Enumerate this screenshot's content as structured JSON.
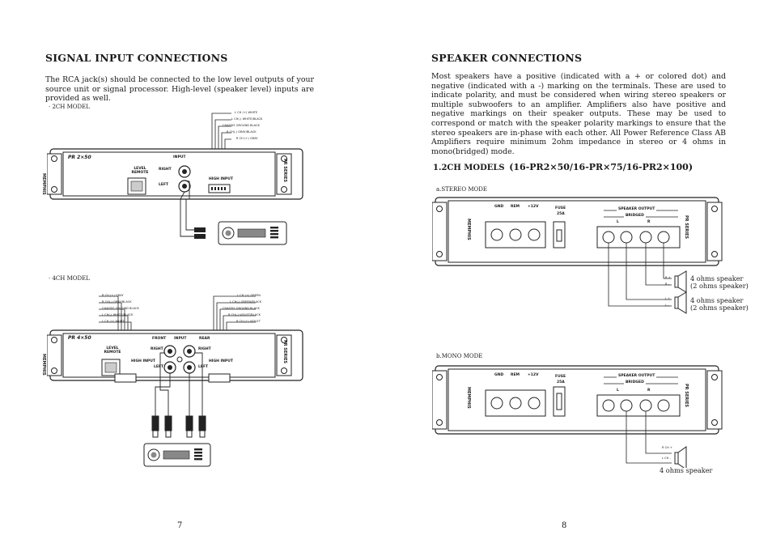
{
  "left_page": {
    "heading": "SIGNAL INPUT CONNECTIONS",
    "intro": "The RCA jack(s) should be connected to the low level outputs of your source unit or signal processor.  High-level (speaker level) inputs are provided as well.",
    "model_2ch": {
      "label": "· 2CH MODEL",
      "amp_name": "PR 2×50",
      "brand": "MEMPHIS",
      "series": "PR SERIES",
      "level_remote": "LEVEL REMOTE",
      "input": "INPUT",
      "right": "RIGHT",
      "left": "LEFT",
      "high_input": "HIGH INPUT",
      "wires": [
        "L CH (+) WHITE",
        "L CH(-) WHITE/BLACK",
        "CHASSIS GROUND BLACK",
        "R CH(-) GRAY/BLACK",
        "R CH (+) GRAY"
      ]
    },
    "model_4ch": {
      "label": "· 4CH MODEL",
      "amp_name": "PR 4×50",
      "brand": "MEMPHIS",
      "series": "PR SERIES",
      "level_remote": "LEVEL REMOTE",
      "front": "FRONT",
      "input": "INPUT",
      "rear": "REAR",
      "right": "RIGHT",
      "left": "LEFT",
      "high_input": "HIGH INPUT",
      "wires_left": [
        "R CH (+) GRAY",
        "R CH(-) GRAY/BLACK",
        "CHASSIS GROUND BLACK",
        "L CH(-) WHITE/BLACK",
        "L CH (+) WHITE"
      ],
      "wires_right": [
        "L CH (+) GREEN",
        "L CH(-) GREEN/BLACK",
        "CHASSIS GROUND BLACK",
        "R CH(-) VIOLET/BLACK",
        "R CH (+) VIOLET"
      ]
    },
    "page_number": "7"
  },
  "right_page": {
    "heading": "SPEAKER CONNECTIONS",
    "body": "Most speakers have a positive (indicated with a + or colored dot) and negative (indicated with a -) marking on the terminals. These are used to indicate polarity, and must be considered when wiring stereo speakers or multiple subwoofers to an amplifier. Amplifiers also have positive and negative markings on their speaker outputs. These may be used to correspond or match with the speaker polarity markings to ensure that the stereo speakers are in-phase with each other. All Power Reference Class AB Amplifiers require minimum 2ohm impedance in stereo or 4 ohms in mono(bridged) mode.",
    "models_heading_a": "1.2CH MODELS",
    "models_heading_b": "(16-PR2×50/16-PR×75/16-PR2×100)",
    "stereo": {
      "label": "a.STEREO MODE",
      "gnd": "GND",
      "rem": "REM",
      "v12": "+12V",
      "fuse": "FUSE",
      "fuse_amp": "25A",
      "speaker_output": "SPEAKER OUTPUT",
      "bridged": "BRIDGED",
      "l": "L",
      "r": "R",
      "brand": "MEMPHIS",
      "series": "PR SERIES",
      "terms": [
        "R +",
        "R -",
        "L +",
        "L -"
      ],
      "spk1_a": "4 ohms speaker",
      "spk1_b": "(2 ohms speaker)",
      "spk2_a": "4 ohms speaker",
      "spk2_b": "(2 ohms speaker)"
    },
    "mono": {
      "label": "b.MONO MODE",
      "gnd": "GND",
      "rem": "REM",
      "v12": "+12V",
      "fuse": "FUSE",
      "fuse_amp": "25A",
      "speaker_output": "SPEAKER OUTPUT",
      "bridged": "BRIDGED",
      "l": "L",
      "r": "R",
      "brand": "MEMPHIS",
      "series": "PR SERIES",
      "terms": [
        "R CH +",
        "L CH -"
      ],
      "spk_label": "4 ohms speaker"
    },
    "page_number": "8"
  }
}
